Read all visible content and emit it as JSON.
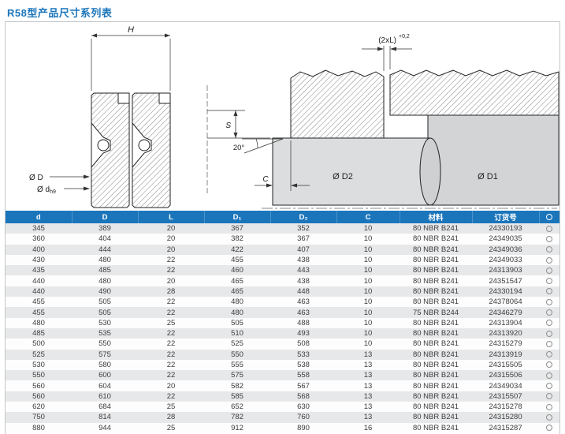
{
  "page": {
    "title": "R58型产品尺寸系列表"
  },
  "colors": {
    "header_blue": "#1b75bb",
    "title_blue": "#1b75bb",
    "row_alt_gray": "#e7e8ea",
    "shaft_gray": "#d9dadc"
  },
  "drawing": {
    "h_label": "H",
    "gap_label": "(2xL)",
    "gap_tolerance": "+0,2",
    "s_label": "S",
    "angle_label": "20°",
    "c_label": "C",
    "dia_d_label": "Ø D",
    "dia_d_small_label": "Ø d",
    "dia_d_small_sub": "h9",
    "dia_d2_label": "Ø D2",
    "dia_d1_label": "Ø D1"
  },
  "icons": {
    "availability": "circle-outline"
  },
  "table": {
    "headers": [
      "d",
      "D",
      "L",
      "D₁",
      "D₂",
      "C",
      "材料",
      "订货号"
    ],
    "rows": [
      [
        "345",
        "389",
        "20",
        "367",
        "352",
        "10",
        "80 NBR B241",
        "24330193"
      ],
      [
        "360",
        "404",
        "20",
        "382",
        "367",
        "10",
        "80 NBR B241",
        "24349035"
      ],
      [
        "400",
        "444",
        "20",
        "422",
        "407",
        "10",
        "80 NBR B241",
        "24349036"
      ],
      [
        "430",
        "480",
        "22",
        "455",
        "438",
        "10",
        "80 NBR B241",
        "24349033"
      ],
      [
        "435",
        "485",
        "22",
        "460",
        "443",
        "10",
        "80 NBR B241",
        "24313903"
      ],
      [
        "440",
        "480",
        "20",
        "465",
        "438",
        "10",
        "80 NBR B241",
        "24351547"
      ],
      [
        "440",
        "490",
        "28",
        "465",
        "448",
        "10",
        "80 NBR B241",
        "24330194"
      ],
      [
        "455",
        "505",
        "22",
        "480",
        "463",
        "10",
        "80 NBR B241",
        "24378064"
      ],
      [
        "455",
        "505",
        "22",
        "480",
        "463",
        "10",
        "75 NBR B244",
        "24346279"
      ],
      [
        "480",
        "530",
        "25",
        "505",
        "488",
        "10",
        "80 NBR B241",
        "24313904"
      ],
      [
        "485",
        "535",
        "22",
        "510",
        "493",
        "10",
        "80 NBR B241",
        "24313920"
      ],
      [
        "500",
        "550",
        "22",
        "525",
        "508",
        "10",
        "80 NBR B241",
        "24315279"
      ],
      [
        "525",
        "575",
        "22",
        "550",
        "533",
        "13",
        "80 NBR B241",
        "24313919"
      ],
      [
        "530",
        "580",
        "22",
        "555",
        "538",
        "13",
        "80 NBR B241",
        "24315505"
      ],
      [
        "550",
        "600",
        "22",
        "575",
        "558",
        "13",
        "80 NBR B241",
        "24315506"
      ],
      [
        "560",
        "604",
        "20",
        "582",
        "567",
        "13",
        "80 NBR B241",
        "24349034"
      ],
      [
        "560",
        "610",
        "22",
        "585",
        "568",
        "13",
        "80 NBR B241",
        "24315507"
      ],
      [
        "620",
        "684",
        "25",
        "652",
        "630",
        "13",
        "80 NBR B241",
        "24315278"
      ],
      [
        "750",
        "814",
        "28",
        "782",
        "760",
        "13",
        "80 NBR B241",
        "24315280"
      ],
      [
        "880",
        "944",
        "25",
        "912",
        "890",
        "16",
        "80 NBR B241",
        "24315287"
      ]
    ]
  }
}
